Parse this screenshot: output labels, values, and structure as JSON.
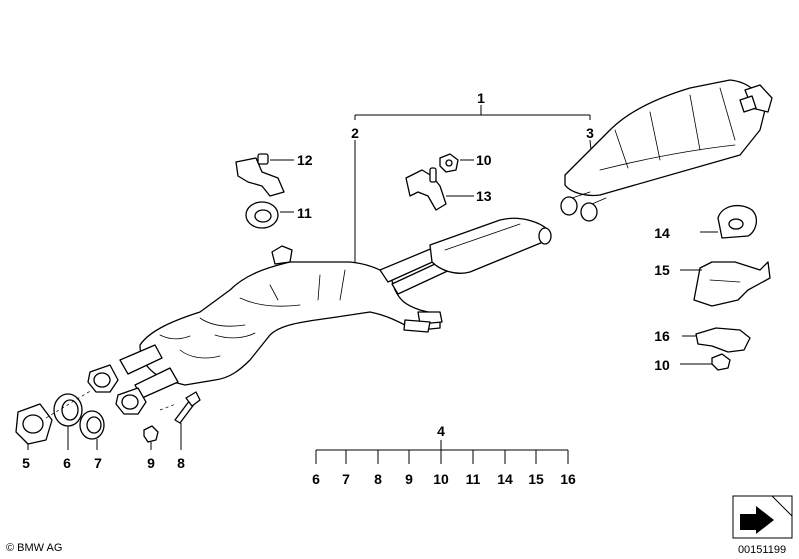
{
  "callouts": {
    "c1": "1",
    "c2": "2",
    "c3": "3",
    "c4": "4",
    "c5": "5",
    "c6": "6",
    "c7": "7",
    "c8": "8",
    "c9": "9",
    "c10a": "10",
    "c10b": "10",
    "c11": "11",
    "c12": "12",
    "c13": "13",
    "c14": "14",
    "c15": "15",
    "c16": "16"
  },
  "kit_row": [
    "6",
    "7",
    "8",
    "9",
    "10",
    "11",
    "14",
    "15",
    "16"
  ],
  "footer": {
    "copyright": "© BMW AG",
    "diagram_id": "00151199"
  },
  "icons": {
    "logo": "copyright-icon",
    "nav": "folded-corner-arrow-icon"
  }
}
